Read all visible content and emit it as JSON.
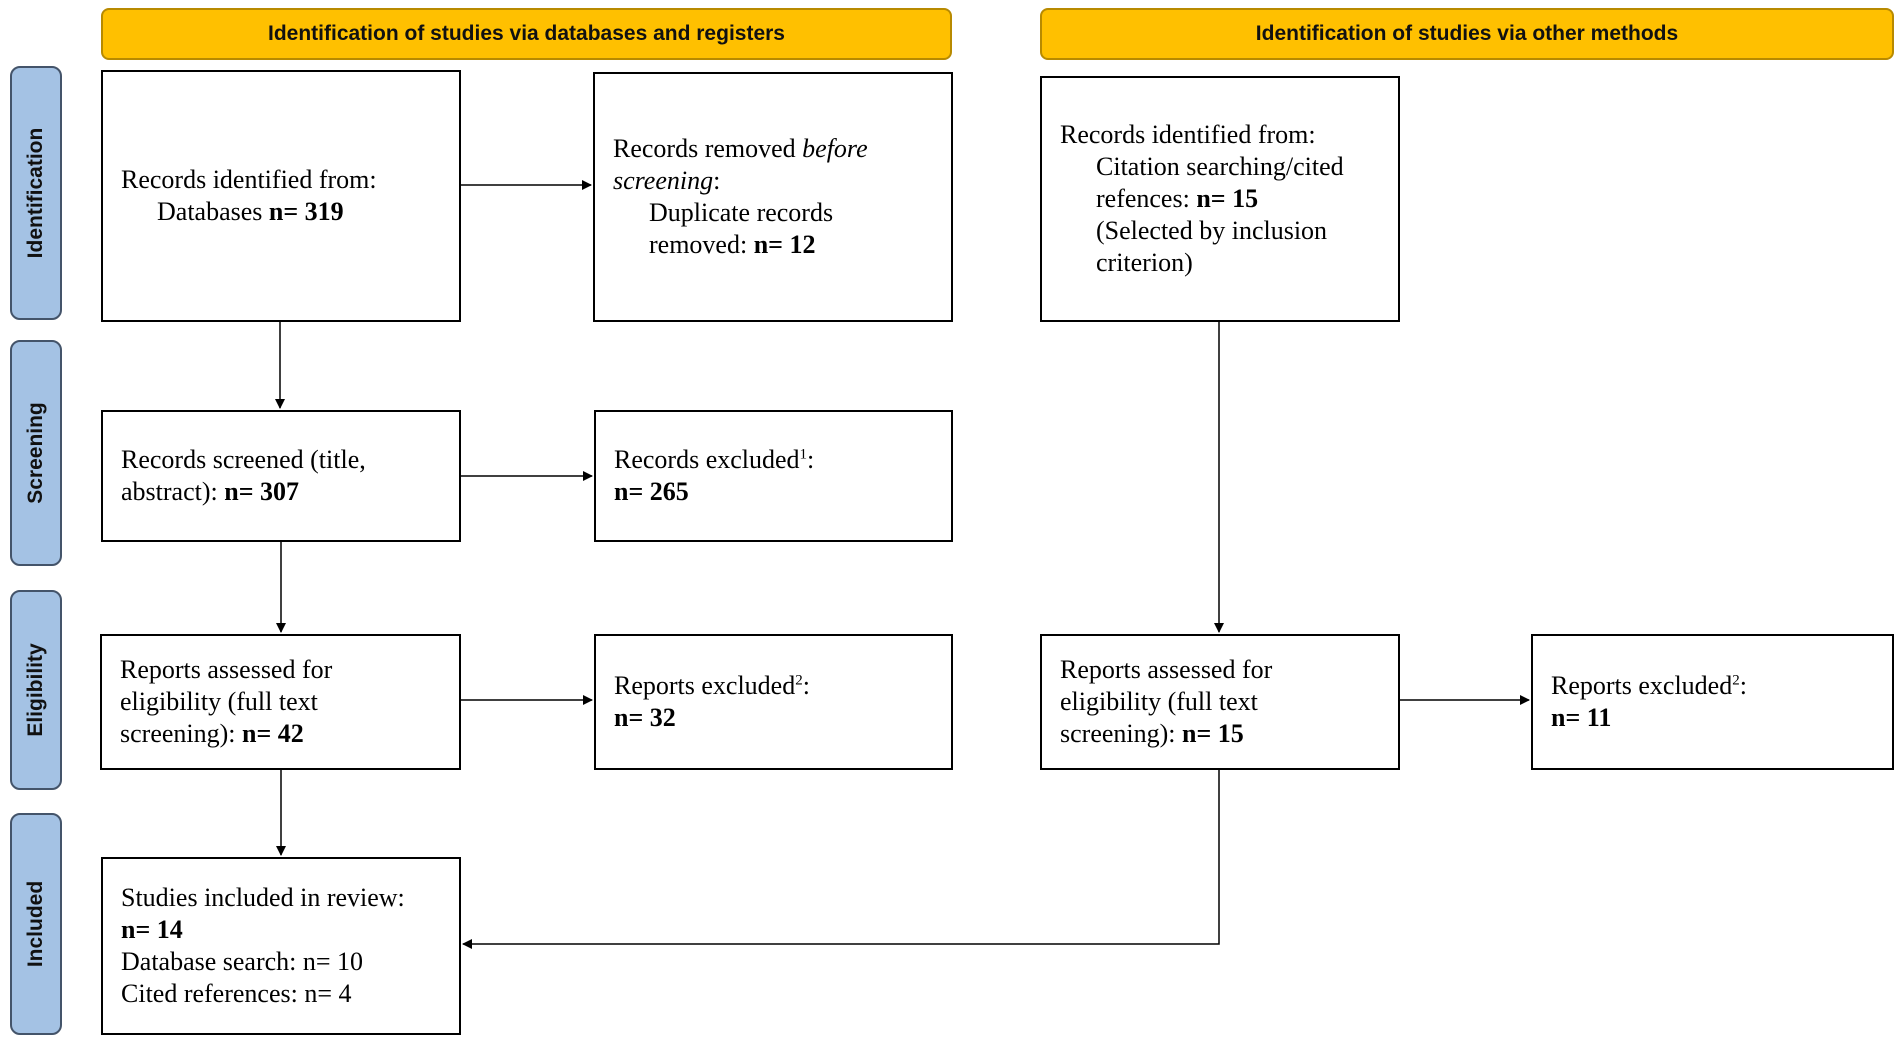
{
  "colors": {
    "header_fill": "#ffc000",
    "phase_fill": "#a4c2e4",
    "box_border": "#000000",
    "arrow": "#000000"
  },
  "headers": {
    "databases": "Identification of studies via databases and registers",
    "other": "Identification of studies via other methods"
  },
  "phases": {
    "identification": "Identification",
    "screening": "Screening",
    "eligibility": "Eligibility",
    "included": "Included"
  },
  "boxes": {
    "records_identified_db": {
      "line1": "Records identified from:",
      "line2_label": "Databases ",
      "line2_value": "n= 319"
    },
    "records_removed": {
      "line1_a": "Records removed ",
      "line1_b": "before",
      "line2_a": "screening",
      "line2_b": ":",
      "line3": "Duplicate records",
      "line4_label": "removed: ",
      "line4_value": "n= 12"
    },
    "records_identified_other": {
      "line1": "Records identified from:",
      "line2": "Citation searching/cited",
      "line3_label": "refences: ",
      "line3_value": "n= 15",
      "line4": "(Selected by inclusion",
      "line5": "criterion)"
    },
    "records_screened": {
      "line1": "Records screened (title,",
      "line2_label": "abstract): ",
      "line2_value": "n= 307"
    },
    "records_excluded": {
      "line1": "Records excluded",
      "sup": "1",
      "colon": ":",
      "line2_value": "n= 265"
    },
    "reports_assessed_db": {
      "line1": "Reports assessed for",
      "line2": "eligibility (full text",
      "line3_label": "screening): ",
      "line3_value": "n= 42"
    },
    "reports_excluded_db": {
      "line1": "Reports excluded",
      "sup": "2",
      "colon": ":",
      "line2_value": "n= 32"
    },
    "reports_assessed_other": {
      "line1": "Reports assessed for",
      "line2": "eligibility (full text",
      "line3_label": "screening): ",
      "line3_value": "n= 15"
    },
    "reports_excluded_other": {
      "line1": "Reports excluded",
      "sup": "2",
      "colon": ":",
      "line2_value": "n= 11"
    },
    "studies_included": {
      "line1": "Studies included in review:",
      "line2_value": "n= 14",
      "line3": "Database search: n= 10",
      "line4": "Cited references: n= 4"
    }
  }
}
